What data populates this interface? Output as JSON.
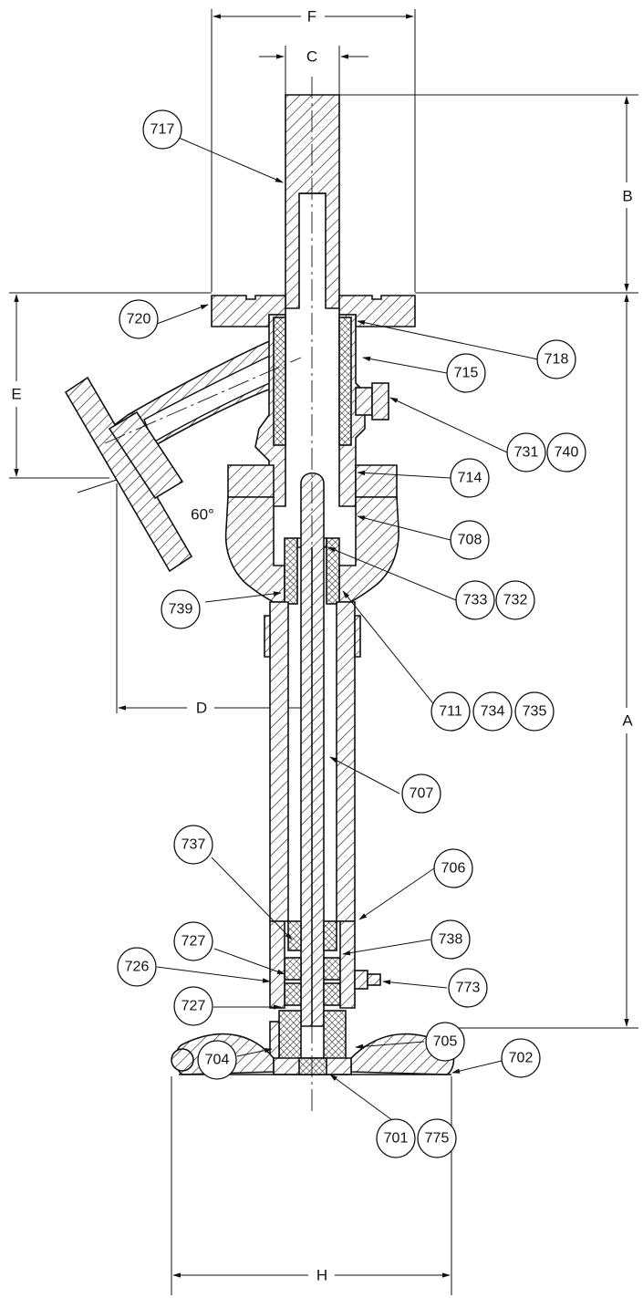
{
  "dimensions": {
    "A": "A",
    "B": "B",
    "C": "C",
    "D": "D",
    "E": "E",
    "F": "F",
    "H": "H"
  },
  "angle_label": "60°",
  "part_labels": {
    "p717": "717",
    "p720": "720",
    "p718": "718",
    "p715": "715",
    "p731": "731",
    "p740": "740",
    "p714": "714",
    "p708": "708",
    "p739": "739",
    "p733": "733",
    "p732": "732",
    "p711": "711",
    "p734": "734",
    "p735": "735",
    "p707": "707",
    "p737": "737",
    "p706": "706",
    "p727a": "727",
    "p738": "738",
    "p726": "726",
    "p773": "773",
    "p727b": "727",
    "p704": "704",
    "p705": "705",
    "p702": "702",
    "p701": "701",
    "p775": "775"
  }
}
